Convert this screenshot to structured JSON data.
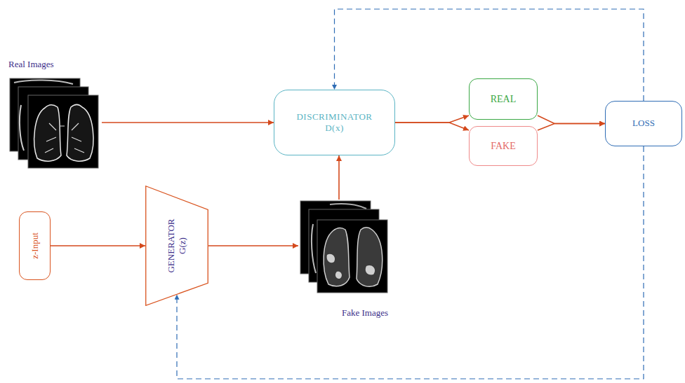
{
  "diagram": {
    "nodes": [
      {
        "text": [
          "Real Images"
        ]
      },
      {
        "text": [
          "DISCRIMINATOR D(x)"
        ]
      },
      {
        "text": [
          "REAL"
        ]
      },
      {
        "text": [
          "FAKE"
        ]
      },
      {
        "text": [
          "LOSS"
        ]
      },
      {
        "text": [
          "z-Input"
        ]
      },
      {
        "text": [
          "GENERATOR G(z)"
        ]
      },
      {
        "text": [
          "Fake Images"
        ]
      }
    ],
    "edges": [
      {
        "from": 0,
        "to": 1,
        "arrow": "to"
      },
      {
        "from": 7,
        "to": 1,
        "arrow": "to"
      },
      {
        "from": 1,
        "to": 2,
        "arrow": "to"
      },
      {
        "from": 1,
        "to": 3,
        "arrow": "to"
      },
      {
        "from": 2,
        "to": 4,
        "arrow": "to"
      },
      {
        "from": 3,
        "to": 4,
        "arrow": "to"
      },
      {
        "from": 4,
        "to": 1,
        "arrow": "to"
      },
      {
        "from": 5,
        "to": 6,
        "arrow": "to"
      },
      {
        "from": 6,
        "to": 7,
        "arrow": "to"
      },
      {
        "from": 4,
        "to": 6,
        "arrow": "to"
      }
    ]
  }
}
